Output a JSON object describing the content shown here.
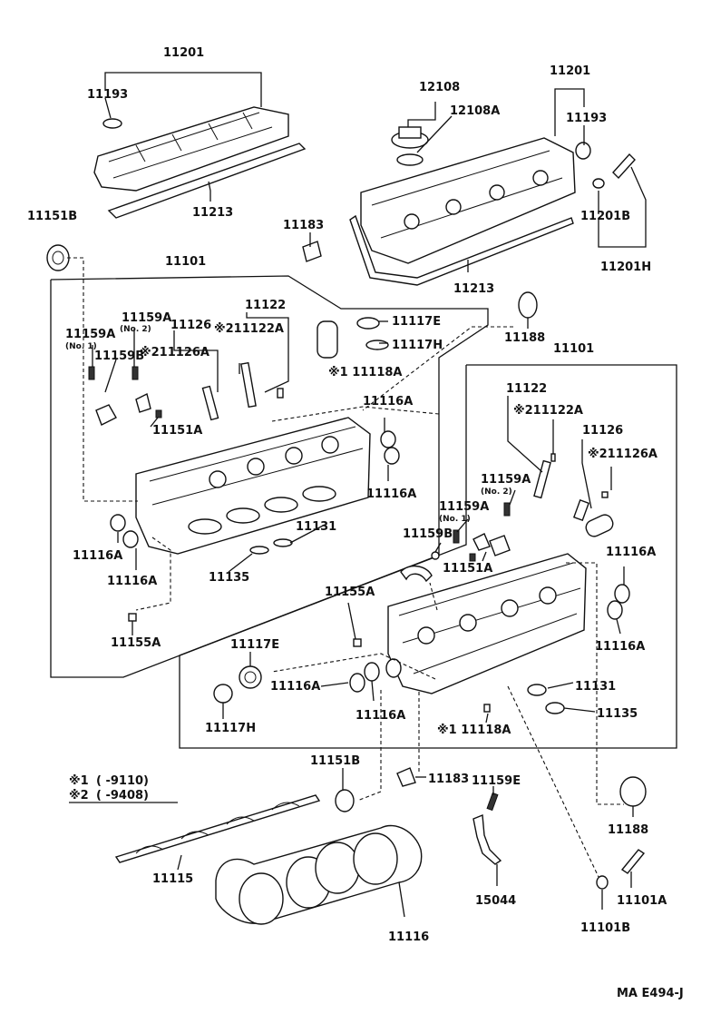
{
  "labels": {
    "p11201_top": "11201",
    "p11193_top": "11193",
    "p11213_top": "11213",
    "p11151B_top": "11151B",
    "p11183_top": "11183",
    "p11101_left": "11101",
    "p12108": "12108",
    "p12108A": "12108A",
    "p11201_right": "11201",
    "p11193_right": "11193",
    "p11201B": "11201B",
    "p11201H": "11201H",
    "p11213_right": "11213",
    "p11188_top": "11188",
    "p11101_right": "11101",
    "p11159A_no2_left": "11159A",
    "no2_left": "(No. 2)",
    "p11159A_no1_left": "11159A",
    "no1_left": "(No. 1)",
    "p11159B_left": "11159B",
    "p11126_left": "11126",
    "p11126A_left": "※211126A",
    "p11122_left": "11122",
    "p11122A_left": "※211122A",
    "p11117E_top": "11117E",
    "p11117H_top": "11117H",
    "p11118A_top": "※1 11118A",
    "p11151A_left": "11151A",
    "p11116A_l1": "11116A",
    "p11116A_l2": "11116A",
    "p11116A_l3": "11116A",
    "p11116A_l4": "11116A",
    "p11131_left": "11131",
    "p11135_left": "11135",
    "p11155A_left": "11155A",
    "p11122_right": "11122",
    "p11122A_right": "※211122A",
    "p11126_right": "11126",
    "p11126A_right": "※211126A",
    "p11159A_no2_right": "11159A",
    "no2_right": "(No. 2)",
    "p11159A_no1_right": "11159A",
    "no1_right": "(No. 1)",
    "p11159B_right": "11159B",
    "p11151A_right": "11151A",
    "p11116A_r1": "11116A",
    "p11116A_r2": "11116A",
    "p11155A_right": "11155A",
    "p11117E_bottom": "11117E",
    "p11116A_r3": "11116A",
    "p11116A_r4": "11116A",
    "p11117H_bottom": "11117H",
    "p11131_right": "11131",
    "p11135_right": "11135",
    "p11118A_bottom": "※1 11118A",
    "p11151B_bottom": "11151B",
    "p11183_bottom": "11183",
    "p11159E": "11159E",
    "p11188_bottom": "11188",
    "p11115": "11115",
    "p11116": "11116",
    "p15044": "15044",
    "p11101A": "11101A",
    "p11101B": "11101B"
  },
  "legend": {
    "row1_mark": "※1",
    "row1_range": "(      -9110)",
    "row2_mark": "※2",
    "row2_range": "(      -9408)"
  },
  "figure_code": "MA  E494-J"
}
